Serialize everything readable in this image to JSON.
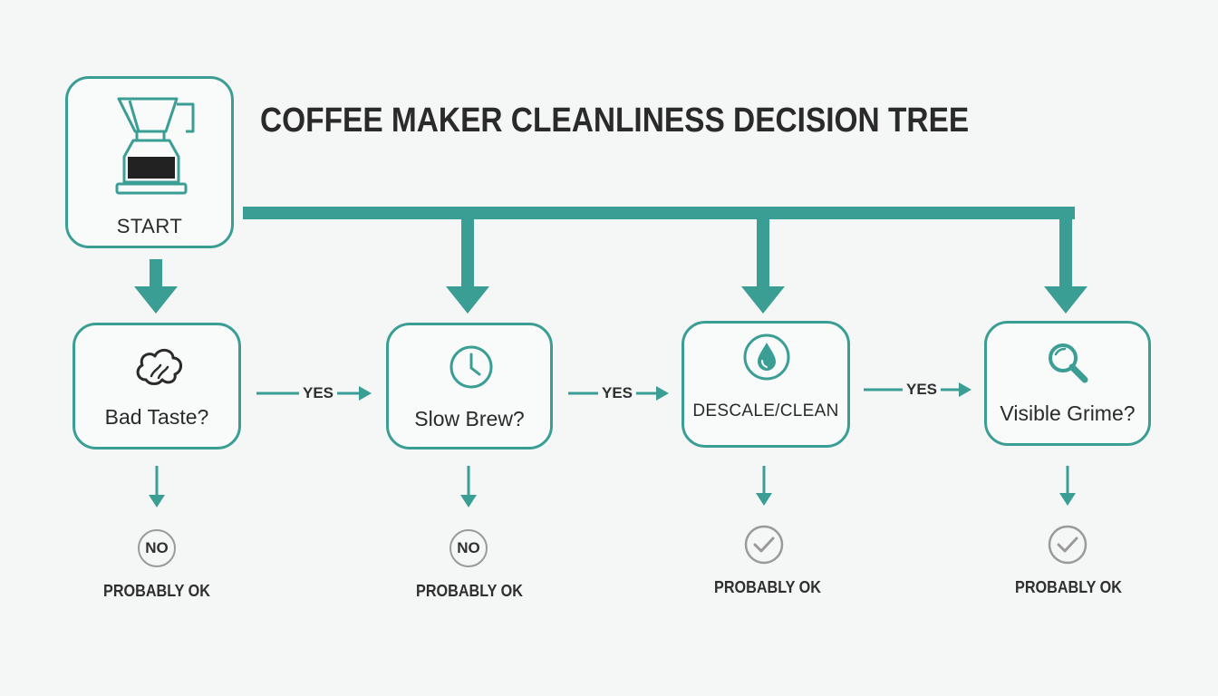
{
  "title": "COFFEE MAKER CLEANLINESS DECISION TREE",
  "colors": {
    "accent": "#3a9e95",
    "text": "#2a2a2a",
    "muted": "#9a9a9a"
  },
  "start": {
    "label": "START",
    "icon": "coffee-maker-icon"
  },
  "nodes": [
    {
      "label": "Bad Taste?",
      "icon": "cloud-taste-icon"
    },
    {
      "label": "Slow Brew?",
      "icon": "clock-icon"
    },
    {
      "label": "DESCALE/CLEAN",
      "icon": "water-drop-icon"
    },
    {
      "label": "Visible Grime?",
      "icon": "magnifier-icon"
    }
  ],
  "connectors": [
    {
      "label": "YES"
    },
    {
      "label": "YES"
    },
    {
      "label": "YES"
    }
  ],
  "results": [
    {
      "badge": "NO",
      "icon": "no-circle",
      "text": "PROBABLY OK"
    },
    {
      "badge": "NO",
      "icon": "no-circle",
      "text": "PROBABLY OK"
    },
    {
      "badge": "",
      "icon": "check-circle-icon",
      "text": "PROBABLY OK"
    },
    {
      "badge": "",
      "icon": "check-circle-icon",
      "text": "PROBABLY OK"
    }
  ]
}
